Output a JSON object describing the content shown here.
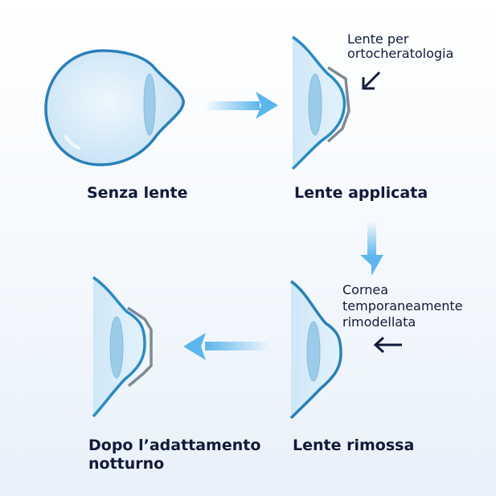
{
  "steps": [
    {
      "id": "senza-lente",
      "label": "Senza lente"
    },
    {
      "id": "lente-applicata",
      "label": "Lente applicata"
    },
    {
      "id": "lente-rimossa",
      "label": "Lente rimossa"
    },
    {
      "id": "dopo-adattamento",
      "label_line1": "Dopo l’adattamento",
      "label_line2": "notturno"
    }
  ],
  "annotations": {
    "lens": {
      "line1": "Lente per",
      "line2": "ortocheratologia"
    },
    "cornea": {
      "line1": "Cornea",
      "line2": "temporaneamente",
      "line3": "rimodellata"
    }
  },
  "colors": {
    "outline": "#2a7fb8",
    "fill": "#d6ebf8",
    "lens": "#7e8a96",
    "flow_arrow": "#5bb6ec",
    "pointer_arrow": "#101a3a",
    "text": "#101a3a"
  }
}
